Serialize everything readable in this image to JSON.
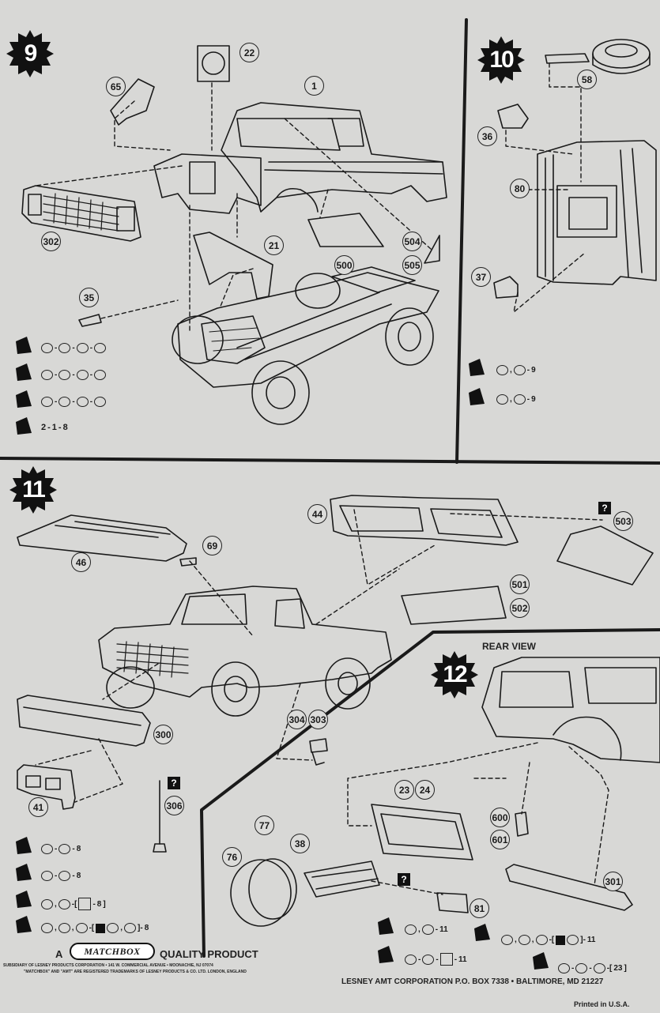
{
  "steps": {
    "s9": "9",
    "s10": "10",
    "s11": "11",
    "s12": "12"
  },
  "rear_view": "REAR VIEW",
  "parts": {
    "p22": "22",
    "p1": "1",
    "p65": "65",
    "p302": "302",
    "p21": "21",
    "p500": "500",
    "p504": "504",
    "p505": "505",
    "p35": "35",
    "p58": "58",
    "p36": "36",
    "p80": "80",
    "p37": "37",
    "p44": "44",
    "p503": "503",
    "p46": "46",
    "p69": "69",
    "p501": "501",
    "p502": "502",
    "p300": "300",
    "p304": "304",
    "p303": "303",
    "p41": "41",
    "p306": "306",
    "p23": "23",
    "p24": "24",
    "p77": "77",
    "p38": "38",
    "p76": "76",
    "p600": "600",
    "p601": "601",
    "p301": "301",
    "p81": "81"
  },
  "sequences": {
    "s10a_last": "9",
    "s10b_last": "9",
    "s9d_a": "2",
    "s9d_b": "1",
    "s9d_c": "8",
    "s11a_last": "8",
    "s11b_last": "8",
    "s11c_last": "8",
    "s11d_last": "8",
    "s12a_last": "11",
    "s12b_last": "11",
    "s12c_last": "11",
    "s12d_last": "23"
  },
  "footer": {
    "a": "A",
    "brand": "MATCHBOX",
    "quality": "QUALITY PRODUCT",
    "line1": "SUBSIDIARY OF LESNEY PRODUCTS CORPORATION • 141 W. COMMERCIAL AVENUE • MOONACHIE, NJ 07074",
    "line2": "\"MATCHBOX\" AND \"AMT\" ARE REGISTERED TRADEMARKS OF LESNEY PRODUCTS & CO. LTD. LONDON, ENGLAND",
    "lesney": "LESNEY AMT CORPORATION  P.O. BOX 7338 • BALTIMORE, MD 21227",
    "printed": "Printed in U.S.A."
  },
  "colors": {
    "paper": "#d8d8d6",
    "ink": "#1a1a1a"
  }
}
